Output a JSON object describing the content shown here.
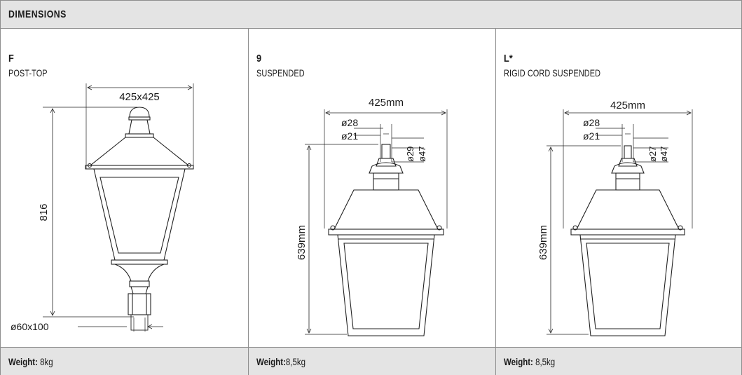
{
  "header": {
    "title": "DIMENSIONS"
  },
  "columns": [
    {
      "code": "F",
      "variant": "POST-TOP",
      "dims": {
        "width": "425x425",
        "height": "816",
        "base": "ø60x100"
      },
      "weight_label": "Weight:",
      "weight_value": " 8kg"
    },
    {
      "code": "9",
      "variant": "SUSPENDED",
      "dims": {
        "width": "425mm",
        "height": "639mm",
        "d1": "ø28",
        "d2": "ø21",
        "d3": "ø29",
        "d4": "ø47"
      },
      "weight_label": "Weight:",
      "weight_value": "8,5kg"
    },
    {
      "code": "L*",
      "variant": "RIGID CORD SUSPENDED",
      "dims": {
        "width": "425mm",
        "height": "639mm",
        "d1": "ø28",
        "d2": "ø21",
        "d3": "ø27",
        "d4": "ø47"
      },
      "weight_label": "Weight:",
      "weight_value": " 8,5kg"
    }
  ]
}
